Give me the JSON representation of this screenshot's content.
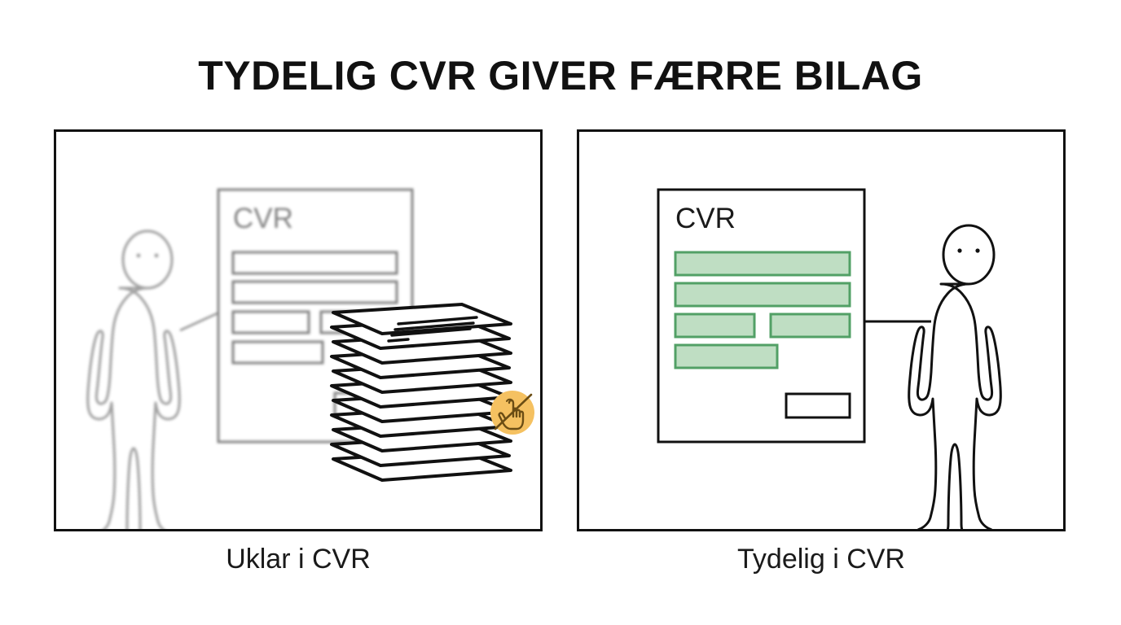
{
  "title": "TYDELIG CVR GIVER FÆRRE BILAG",
  "background_color": "#ffffff",
  "panels": [
    {
      "id": "unclear",
      "caption": "Uklar i CVR",
      "document": {
        "heading": "CVR",
        "heading_color": "#6e6e6e",
        "border_color": "#6e6e6e",
        "state": "blurred",
        "fields": [
          {
            "name": "field-row-1",
            "filled": false,
            "width": "full"
          },
          {
            "name": "field-row-2",
            "filled": false,
            "width": "full"
          },
          {
            "name": "field-row-3a",
            "filled": false,
            "width": "half-left"
          },
          {
            "name": "field-row-3b",
            "filled": false,
            "width": "half-right"
          },
          {
            "name": "field-row-4",
            "filled": false,
            "width": "partial"
          }
        ],
        "submit_button": {
          "name": "submit-button",
          "filled": false
        }
      },
      "person": {
        "style": "blurred",
        "color": "#8f8f8f"
      },
      "connector": {
        "style": "diagonal",
        "color": "#7a7a7a"
      },
      "badge": {
        "icon": "no-touch-icon",
        "circle_color": "#f5c161",
        "glyph_color": "#6b4d14",
        "meaning": "no-touch"
      },
      "paper_stack": {
        "icon": "paper-stack-icon",
        "sheets": 12,
        "color": "#111111",
        "meaning": "many attachments"
      }
    },
    {
      "id": "clear",
      "caption": "Tydelig i CVR",
      "document": {
        "heading": "CVR",
        "heading_color": "#1a1a1a",
        "border_color": "#111111",
        "state": "crisp",
        "fields": [
          {
            "name": "field-row-1",
            "filled": true,
            "width": "full"
          },
          {
            "name": "field-row-2",
            "filled": true,
            "width": "full"
          },
          {
            "name": "field-row-3a",
            "filled": true,
            "width": "half-left"
          },
          {
            "name": "field-row-3b",
            "filled": true,
            "width": "half-right"
          },
          {
            "name": "field-row-4",
            "filled": true,
            "width": "partial"
          }
        ],
        "submit_button": {
          "name": "submit-button",
          "filled": false
        }
      },
      "person": {
        "style": "crisp",
        "color": "#111111"
      },
      "connector": {
        "style": "horizontal",
        "color": "#111111"
      },
      "badge": null,
      "paper_stack": null
    }
  ],
  "colors": {
    "field_fill_green": "#bfdec3",
    "field_border_green": "#52a066",
    "outline_black": "#111111",
    "outline_gray": "#6e6e6e",
    "badge_orange": "#f5c161",
    "page_background": "#ffffff"
  }
}
